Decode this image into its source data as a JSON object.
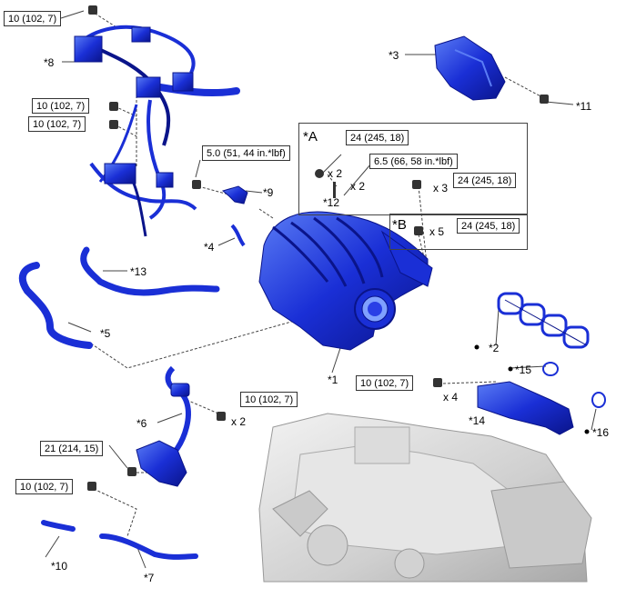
{
  "torque_specs": {
    "t1": "10 (102, 7)",
    "t2": "10 (102, 7)",
    "t3": "10 (102, 7)",
    "t4": "5.0 (51, 44 in.*lbf)",
    "t5": "24 (245, 18)",
    "t6": "6.5 (66, 58 in.*lbf)",
    "t7": "24 (245, 18)",
    "t8": "24 (245, 18)",
    "t9": "10 (102, 7)",
    "t10": "10 (102, 7)",
    "t11": "21 (214, 15)",
    "t12": "10 (102, 7)"
  },
  "callouts": {
    "c1": "*1",
    "c2": "*2",
    "c3": "*3",
    "c4": "*4",
    "c5": "*5",
    "c6": "*6",
    "c7": "*7",
    "c8": "*8",
    "c9": "*9",
    "c10": "*10",
    "c11": "*11",
    "c12": "*12",
    "c13": "*13",
    "c14": "*14",
    "c15": "*15",
    "c16": "*16"
  },
  "groups": {
    "a": "*A",
    "b": "*B"
  },
  "quantities": {
    "q1": "x 2",
    "q2": "x 2",
    "q3": "x 3",
    "q4": "x 5",
    "q5": "x 2",
    "q6": "x 4"
  },
  "colors": {
    "part_blue": "#1a2fd6",
    "part_dark": "#0a148a",
    "part_light": "#4a6cf0",
    "engine_gray": "#d6d6d6",
    "line": "#333333"
  }
}
